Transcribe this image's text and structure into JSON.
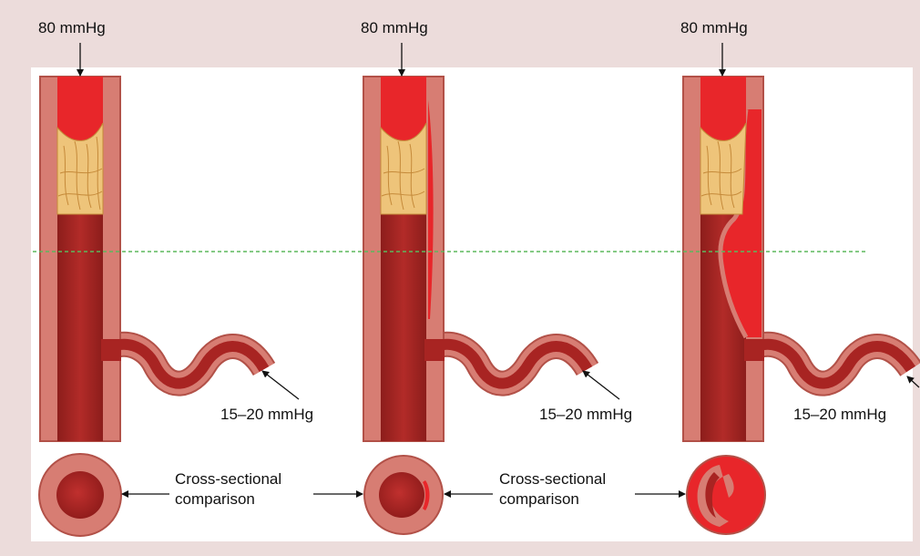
{
  "labels": {
    "pressure_top": "80 mmHg",
    "pressure_branch": "15–20 mmHg",
    "cross_line1": "Cross-sectional",
    "cross_line2": "comparison"
  },
  "colors": {
    "background": "#ecdcdb",
    "panel": "#ffffff",
    "wall": "#d77d73",
    "wall_edge": "#b25148",
    "lumen": "#a82422",
    "blood": "#e8262a",
    "thrombus": "#eec47a",
    "thrombus_line": "#c58a3a",
    "dashed_line": "#5cb85c"
  }
}
